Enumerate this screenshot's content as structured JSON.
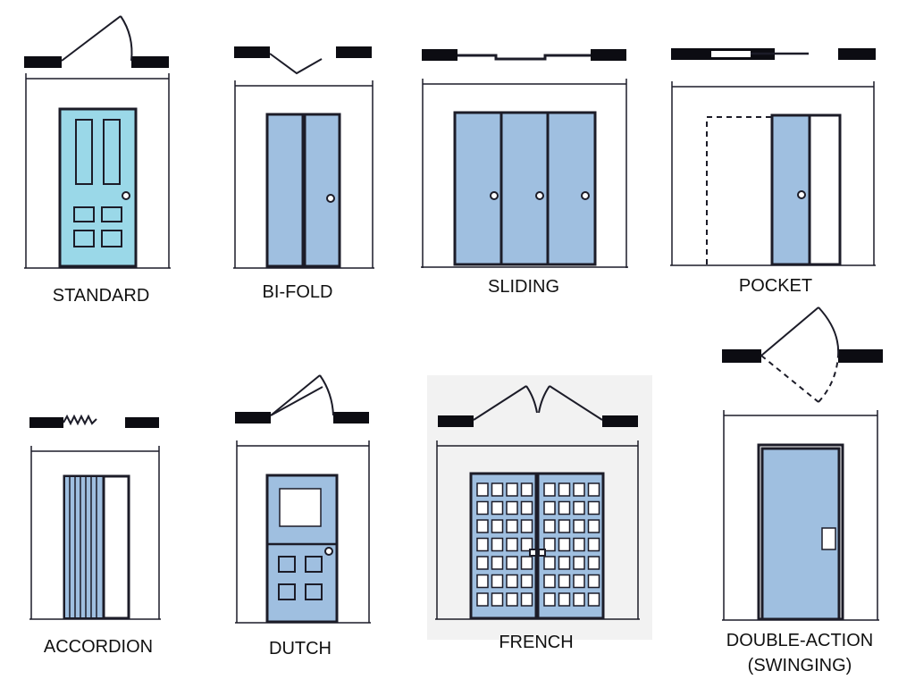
{
  "title": "",
  "colors": {
    "door_fill": "#9fbfe0",
    "door_fill_standard": "#9ad8e8",
    "line": "#1c1c28",
    "wall": "#0c0c12",
    "panel_bg": "#ffffff",
    "french_bg": "#f2f2f2"
  },
  "doors": [
    {
      "id": "standard",
      "label": "STANDARD"
    },
    {
      "id": "bi-fold",
      "label": "BI-FOLD"
    },
    {
      "id": "sliding",
      "label": "SLIDING"
    },
    {
      "id": "pocket",
      "label": "POCKET"
    },
    {
      "id": "accordion",
      "label": "ACCORDION"
    },
    {
      "id": "dutch",
      "label": "DUTCH"
    },
    {
      "id": "french",
      "label": "FRENCH"
    },
    {
      "id": "double-action",
      "label_line1": "DOUBLE-ACTION",
      "label_line2": "(SWINGING)"
    }
  ]
}
